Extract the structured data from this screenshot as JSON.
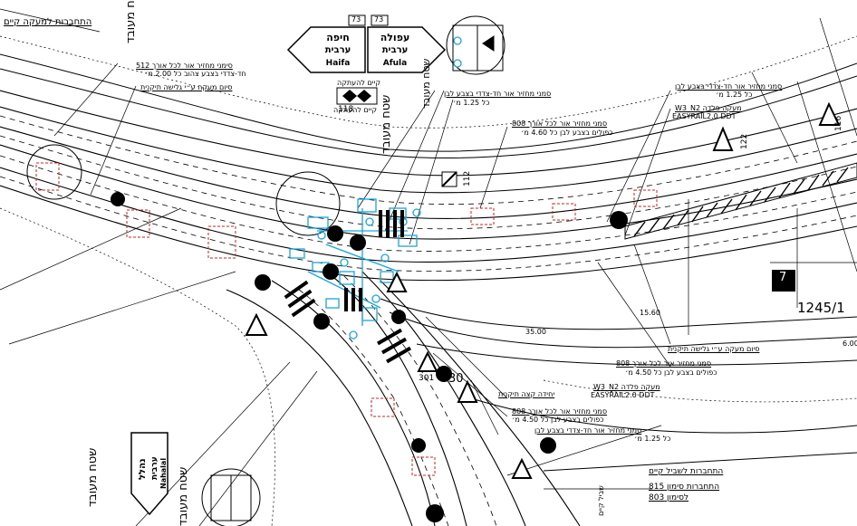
{
  "labels": {
    "connection_existing_barrier_top": "התחברות למעקה קיים",
    "reflective_paint_512": "סימני מחזיר אור לכל אורך 512",
    "yellow_bidirectional_2m": "חד-צדדי בצבע צהוב כל 2.00 מ׳",
    "barrier_end_treatment": "סיום מעקה ע״י גלישה תיקנית",
    "white_bidirectional_125": "סמני מחזיר אור חד-צדדי בצבע לבן",
    "every_125": "כל 1.25 מ׳",
    "reflective_808_top": "סמני מחזיר אור לכל אורך 808",
    "double_white_450": "כפולים בצבע לבן כל 4.60 מ׳",
    "steel_barrier_w3": "מעקה פלדה W3_N2",
    "easyrail": "EASYRAIL2.0 DDT",
    "white_bidirectional_right": "סמני מחזיר אור חד-צדדי בצבע לבן",
    "every_125_right": "כל 1.25 מ׳",
    "barrier_end_right": "סיום מעקה ע״י גלישה תיקנית",
    "reflective_808_mid": "סמני מחזיר אור לכל אורך 808",
    "double_white_mid": "כפולים בצבע לבן כל 4.50 מ׳",
    "steel_barrier_mid": "מעקה פלדה W3_N2",
    "easyrail_mid": "EASYRAIL2.0 DDT",
    "standard_edge_unit": "יחידה קצה תיקנית",
    "reflective_808_bottom": "סמני מחזיר אור לכל אורך 808",
    "double_white_bottom": "כפולים בצבע לבן כל 4.50 מ׳",
    "white_bidirectional_bottom": "סמני מחזיר אור חד-צדדי בצבע לבן",
    "every_125_bottom": "כל 1.25 מ׳",
    "connection_existing_lane": "התחברות לשביל קיים",
    "connection_sign_815": "התחברות סימון 815",
    "sign_803": "לסימון 803",
    "junction_area_left": "שטח מעובד",
    "junction_area_center": "שטח מעובד",
    "junction_area_bottom": "שטח מעובד",
    "junction_area_bottom2": "שטח מעובד",
    "existing_path": "שביל קיים",
    "barrier_note_sign": "קיים להעתקה",
    "sign_118_note": "קיים להעתקה",
    "code_118": "118",
    "code_1245": "1245/1",
    "code_600": "6.00",
    "dim_1560": "15.60",
    "dim_3500": "35.00",
    "num_30": "30",
    "num_301": "301",
    "num_112": "112",
    "num_122": "122",
    "num_116": "116",
    "num_7": "7"
  },
  "signs": {
    "haifa": {
      "route": "73",
      "he_city": "חיפה",
      "he_sub": "ערבית",
      "en": "Haifa"
    },
    "afula": {
      "route": "73",
      "he_city": "עפולה",
      "he_sub": "ערבית",
      "en": "Afula"
    },
    "nahalal": {
      "he_top": "נהלל",
      "he_sub": "ערבית",
      "en": "Nahalal"
    }
  },
  "colors": {
    "linework": "#000000",
    "signal_cyan": "#1aa6d9",
    "markup_red": "#d11f1f",
    "hatch": "#222222"
  }
}
